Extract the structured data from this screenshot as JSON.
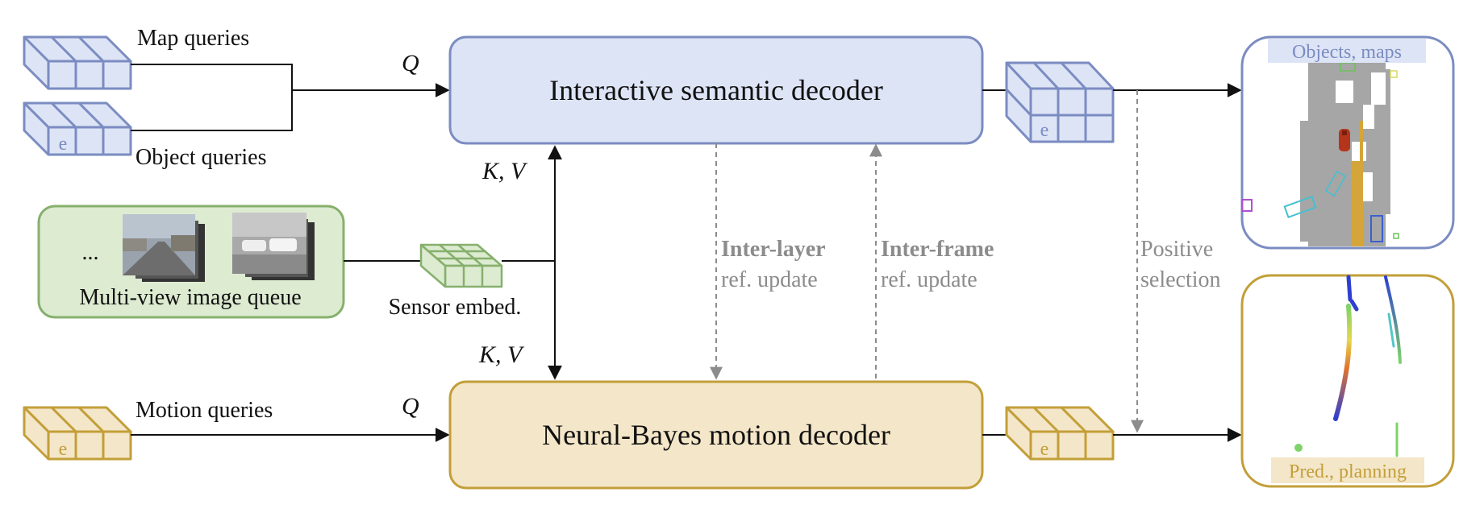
{
  "inputs": {
    "map_queries": "Map queries",
    "object_queries": "Object queries",
    "motion_queries": "Motion queries",
    "image_queue_label": "Multi-view image queue",
    "image_queue_ellipsis": "...",
    "sensor_embed": "Sensor embed."
  },
  "symbols": {
    "q_top": "Q",
    "q_bottom": "Q",
    "kv_top": "K, V",
    "kv_bottom": "K, V",
    "embed_letter": "e"
  },
  "decoders": {
    "semantic": "Interactive semantic decoder",
    "motion": "Neural-Bayes motion decoder"
  },
  "updates": {
    "inter_layer_title": "Inter-layer",
    "inter_layer_sub": "ref. update",
    "inter_frame_title": "Inter-frame",
    "inter_frame_sub": "ref. update",
    "positive_1": "Positive",
    "positive_2": "selection"
  },
  "outputs": {
    "objects_maps": "Objects, maps",
    "pred_planning": "Pred., planning"
  },
  "colors": {
    "blue_stroke": "#7b8cc1",
    "blue_fill": "#dde4f6",
    "green_stroke": "#86b06c",
    "green_fill": "#ddebd1",
    "gold_stroke": "#c29f39",
    "gold_fill": "#f4e6c8",
    "gray_text": "#8c8c8c"
  }
}
